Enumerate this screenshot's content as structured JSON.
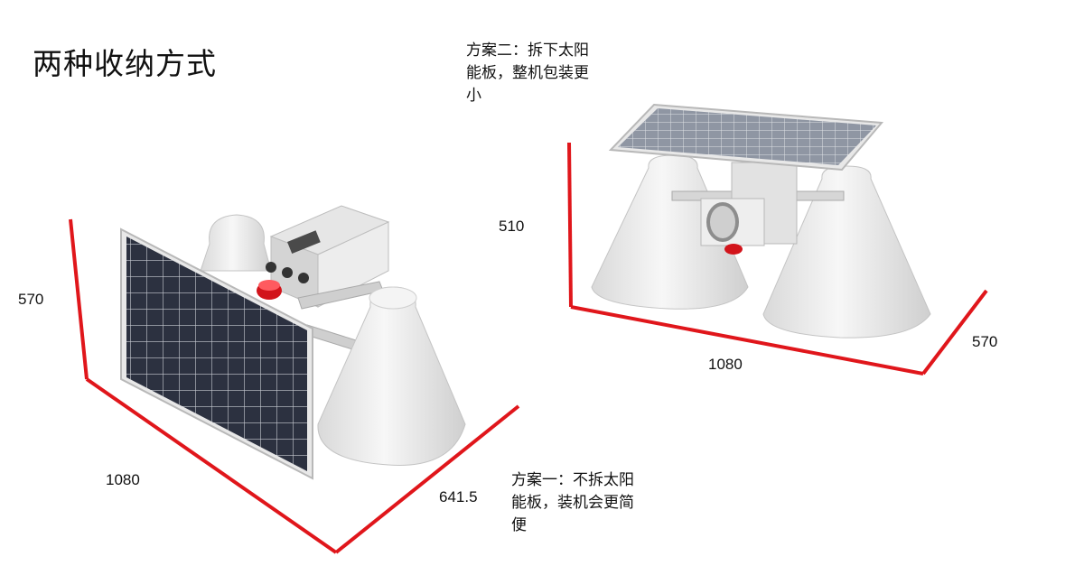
{
  "title": "两种收纳方式",
  "option_one": {
    "line1": "方案一：不拆太阳",
    "line2": "能板，装机会更简",
    "line3": "便"
  },
  "option_two": {
    "line1": "方案二：拆下太阳",
    "line2": "能板，整机包装更",
    "line3": "小"
  },
  "left_dims": {
    "height": "570",
    "length": "1080",
    "depth": "641.5"
  },
  "right_dims": {
    "height": "510",
    "length": "1080",
    "depth": "570"
  },
  "colors": {
    "dimension_line": "#e0161b",
    "solar_cell": "#2c3140",
    "body": "#eeeeee"
  }
}
